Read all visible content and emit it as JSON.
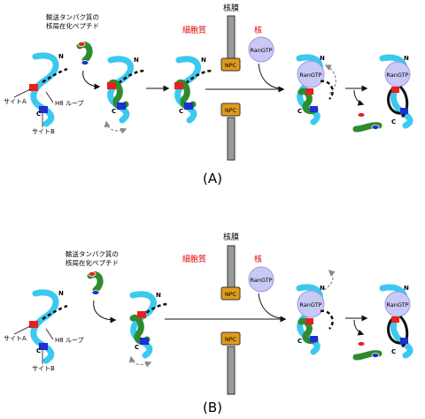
{
  "panels": [
    {
      "id": "A",
      "caption": "(A)",
      "cargo_label_line1": "輸送タンパク質の",
      "cargo_label_line2": "核局在化ペプチド",
      "site_a": "サイトA",
      "site_b": "サイトB",
      "h8_loop": "H8 ループ",
      "cytoplasm": "細胞質",
      "nucleus": "核",
      "nuclear_envelope": "核膜",
      "npc_top": "NPC",
      "npc_bottom": "NPC",
      "rangtp_free": "RanGTP",
      "rangtp_bound1": "RanGTP",
      "rangtp_bound2": "RanGTP",
      "n1": "N",
      "c1": "C",
      "n2": "N",
      "c2": "C",
      "n3": "N",
      "c3": "C",
      "n4": "N",
      "c4": "C",
      "n5": "N",
      "c5": "C"
    },
    {
      "id": "B",
      "caption": "(B)",
      "cargo_label_line1": "輸送タンパク質の",
      "cargo_label_line2": "核局在化ペプチド",
      "site_a": "サイトA",
      "site_b": "サイトB",
      "h8_loop": "H8 ループ",
      "cytoplasm": "細胞質",
      "nucleus": "核",
      "nuclear_envelope": "核膜",
      "npc_top": "NPC",
      "npc_bottom": "NPC",
      "rangtp_free": "RanGTP",
      "rangtp_bound1": "RanGTP",
      "rangtp_bound2": "RanGTP",
      "n1": "N",
      "c1": "C",
      "n2": "N",
      "c2": "C",
      "n3": "N",
      "c3": "C",
      "n4": "N",
      "c4": "C"
    }
  ],
  "colors": {
    "importin": "#3cc8ef",
    "cargo": "#2e8b2e",
    "site_a": "#e8201c",
    "site_b": "#1f2fd0",
    "npc": "#e09a1c",
    "envelope": "#9a9a9a",
    "rangtp": "#c9c9f5",
    "red_text": "#e00000"
  }
}
